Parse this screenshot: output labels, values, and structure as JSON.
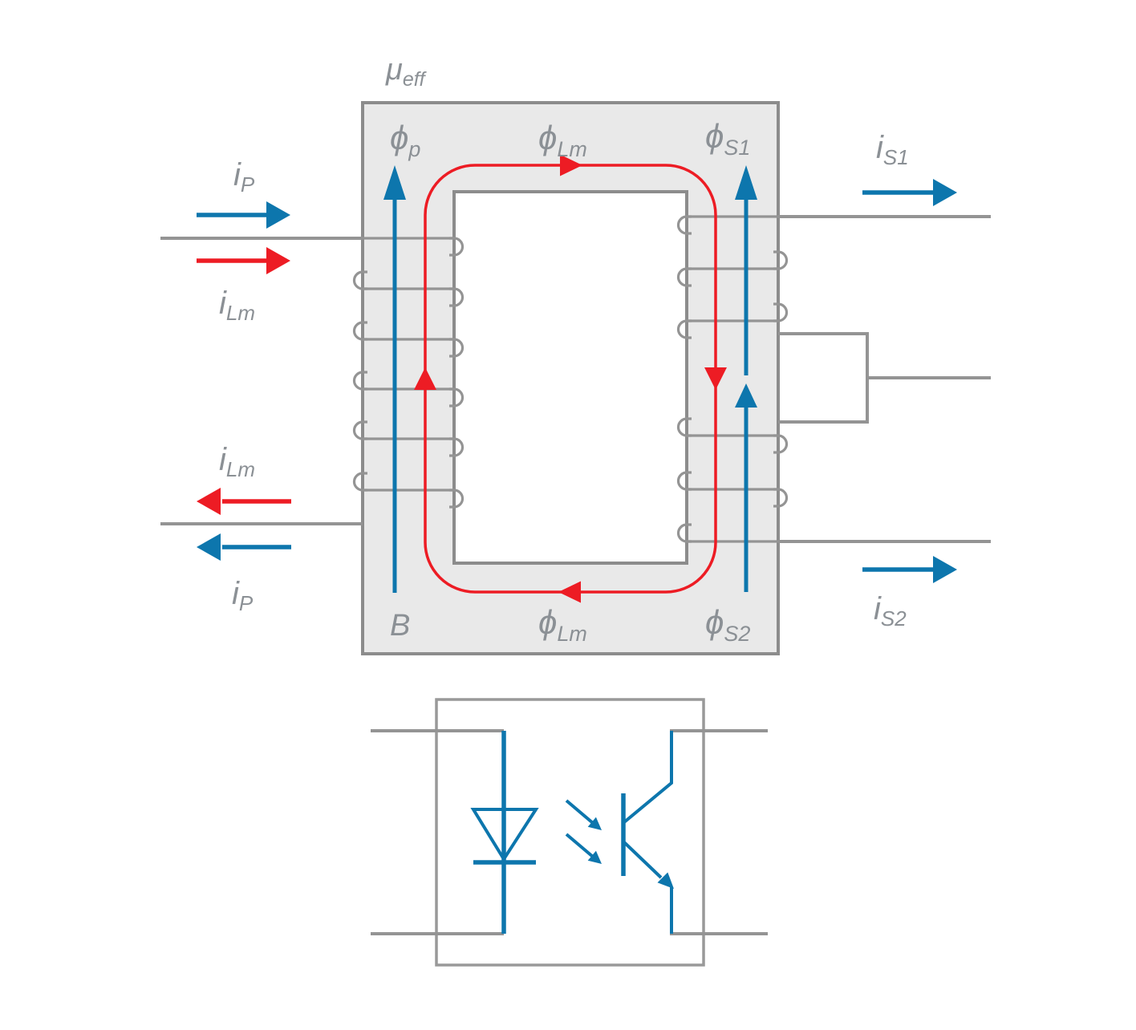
{
  "diagram": {
    "core_labels": {
      "mu_eff": {
        "main": "μ",
        "sub": "eff"
      },
      "phi_p": {
        "main": "ϕ",
        "sub": "p"
      },
      "phi_lm_top": {
        "main": "ϕ",
        "sub": "Lm"
      },
      "phi_s1": {
        "main": "ϕ",
        "sub": "S1"
      },
      "b_field": "B",
      "phi_lm_bottom": {
        "main": "ϕ",
        "sub": "Lm"
      },
      "phi_s2": {
        "main": "ϕ",
        "sub": "S2"
      }
    },
    "current_labels": {
      "i_p_top": {
        "main": "i",
        "sub": "P"
      },
      "i_lm_top": {
        "main": "i",
        "sub": "Lm"
      },
      "i_lm_bottom": {
        "main": "i",
        "sub": "Lm"
      },
      "i_p_bottom": {
        "main": "i",
        "sub": "P"
      },
      "i_s1": {
        "main": "i",
        "sub": "S1"
      },
      "i_s2": {
        "main": "i",
        "sub": "S2"
      }
    },
    "colors": {
      "blue": "#0d76ad",
      "red": "#ed1c24",
      "core-fill": "#e9e9e9",
      "core-stroke": "#8c8c8c",
      "wire": "#949494",
      "label": "#8b9095",
      "opto": "#999999"
    }
  }
}
